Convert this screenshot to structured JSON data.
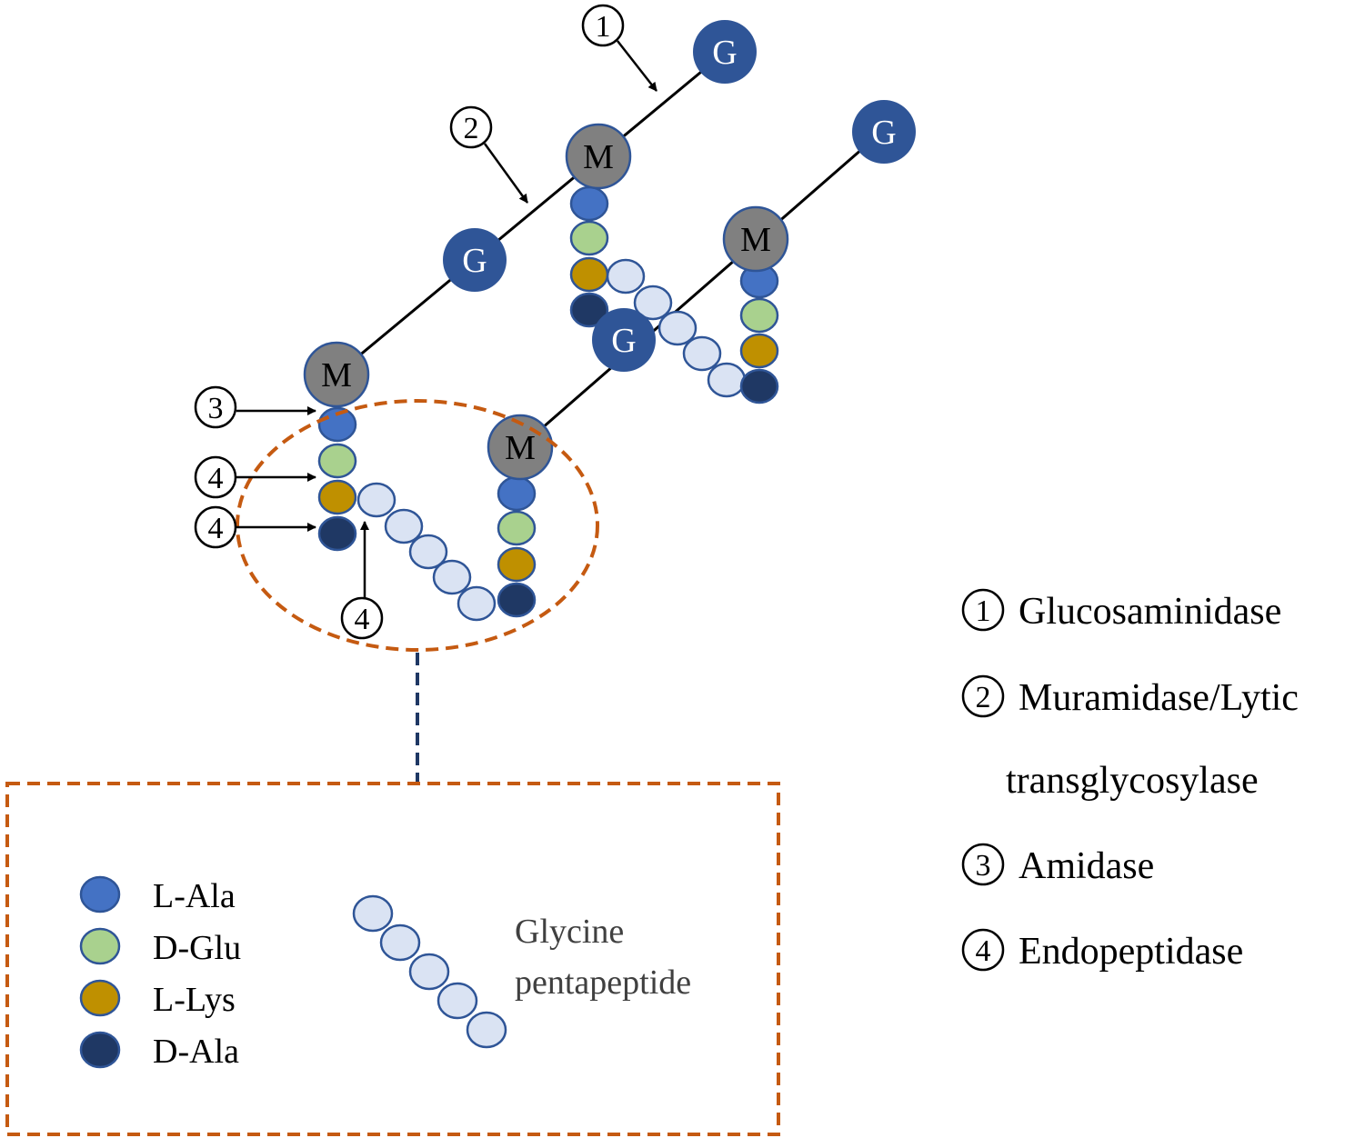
{
  "labels": {
    "glucosamine": "G",
    "muramic": "M"
  },
  "markers": {
    "one": "1",
    "two": "2",
    "three": "3",
    "four": "4"
  },
  "enzymes": [
    {
      "num": "1",
      "text": "Glucosaminidase"
    },
    {
      "num": "2",
      "text": "Muramidase/Lytic"
    },
    {
      "num": "",
      "text": "transglycosylase"
    },
    {
      "num": "3",
      "text": "Amidase"
    },
    {
      "num": "4",
      "text": "Endopeptidase"
    }
  ],
  "legend": {
    "items": [
      {
        "label": "L-Ala",
        "color": "#4472c4"
      },
      {
        "label": "D-Glu",
        "color": "#a9d18e"
      },
      {
        "label": "L-Lys",
        "color": "#bf9000"
      },
      {
        "label": "D-Ala",
        "color": "#1f3864"
      }
    ],
    "glycine_line1": "Glycine",
    "glycine_line2": "pentapeptide",
    "glycine_color": "#dae3f3"
  },
  "colors": {
    "g_fill": "#2f5597",
    "m_fill": "#808080",
    "outline": "#2f5597",
    "dashed": "#c55a11",
    "connector": "#1f3864"
  }
}
